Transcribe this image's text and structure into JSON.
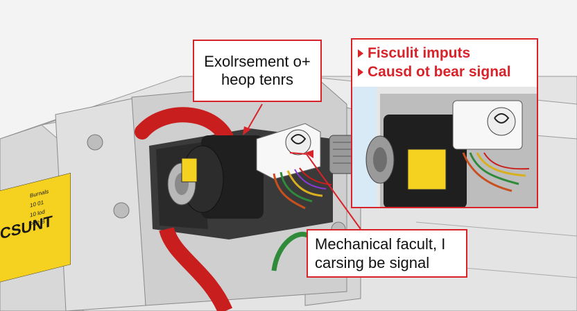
{
  "callouts": {
    "top": {
      "line1": "Exolrsement o+",
      "line2": "heop tenrs"
    },
    "bottom": {
      "line1": "Mechanical facult, I",
      "line2": "carsing be signal"
    }
  },
  "inset": {
    "items": [
      "Fisculit imputs",
      "Causd ot bear signal"
    ]
  },
  "label_plate": {
    "big": "CSUNT",
    "lines": [
      "Burnals",
      "10 01",
      "10 lod",
      "Pb2 B"
    ]
  },
  "colors": {
    "accent": "#d8232a",
    "housing": "#dcdcdc",
    "label": "#f4d21f",
    "cable_red": "#c81e1e",
    "cable_green": "#2f8a3a"
  }
}
